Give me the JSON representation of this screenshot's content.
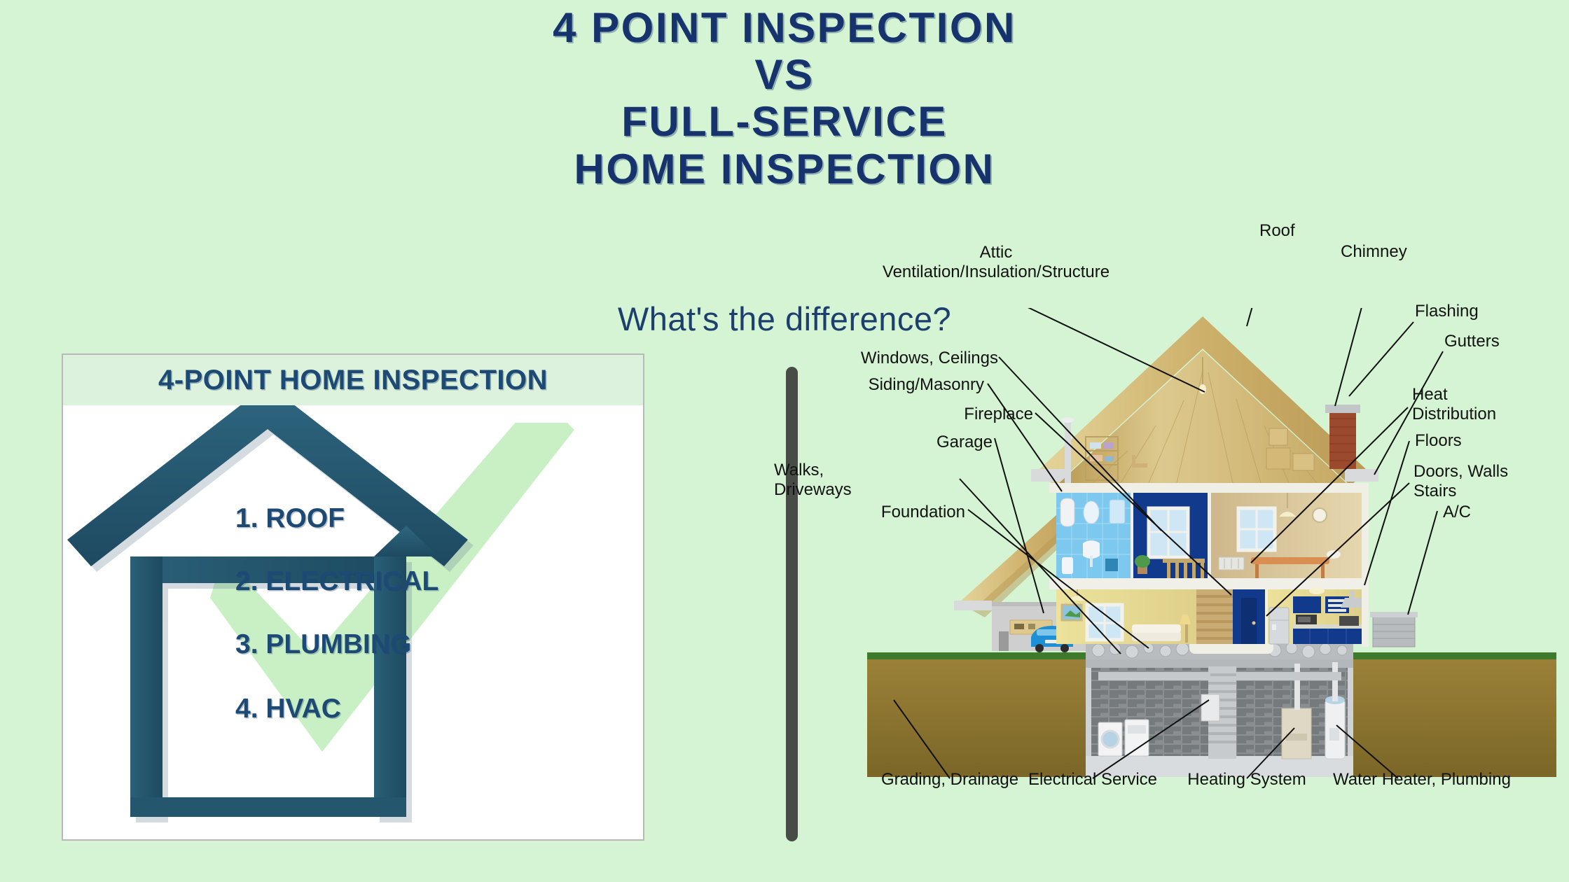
{
  "background_color": "#d5f4d4",
  "title": {
    "lines": [
      "4 POINT INSPECTION",
      "VS",
      "FULL-SERVICE",
      "HOME INSPECTION"
    ],
    "color": "#17336d"
  },
  "subtitle": {
    "text": "What's the difference?",
    "color": "#1d3f6e"
  },
  "divider": {
    "name": "vertical-divider",
    "color": "#474c47"
  },
  "left_panel": {
    "header": "4-POINT HOME INSPECTION",
    "accent_color": "#1d4a75",
    "header_bg": "#dcf2dc",
    "check_color": "#c9f0c4",
    "items": [
      "1. ROOF",
      "2. ELECTRICAL",
      "3. PLUMBING",
      "4. HVAC"
    ]
  },
  "house_diagram": {
    "name": "full-service-home-inspection-cutaway",
    "labels_top_left": [
      {
        "line1": "Attic",
        "line2": "Ventilation/Insulation/Structure"
      }
    ],
    "labels_left": [
      {
        "line1": "Windows, Ceilings",
        "line2": ""
      },
      {
        "line1": "Siding/Masonry",
        "line2": ""
      },
      {
        "line1": "Fireplace",
        "line2": ""
      },
      {
        "line1": "Garage",
        "line2": ""
      },
      {
        "line1": "Walks,",
        "line2": "Driveways"
      },
      {
        "line1": "Foundation",
        "line2": ""
      }
    ],
    "labels_right": [
      {
        "line1": "Roof",
        "line2": ""
      },
      {
        "line1": "Chimney",
        "line2": ""
      },
      {
        "line1": "Flashing",
        "line2": ""
      },
      {
        "line1": "Gutters",
        "line2": ""
      },
      {
        "line1": "Heat",
        "line2": "Distribution"
      },
      {
        "line1": "Floors",
        "line2": ""
      },
      {
        "line1": "Doors, Walls",
        "line2": "Stairs"
      },
      {
        "line1": "A/C",
        "line2": ""
      }
    ],
    "labels_bottom": [
      "Grading, Drainage",
      "Electrical Service",
      "Heating System",
      "Water Heater, Plumbing"
    ],
    "colors": {
      "roof": "#d3bb72",
      "attic_wall": "#cdb36a",
      "soil": "#8a7434",
      "grass": "#3f7a2c",
      "basement_wall": "#8e9194",
      "bathroom": "#7cc8ef",
      "hall_blue": "#123a8c",
      "bedroom": "#d7c396",
      "living": "#e9de9a",
      "garage": "#cfcfcf",
      "chimney": "#9c4a2e"
    }
  }
}
